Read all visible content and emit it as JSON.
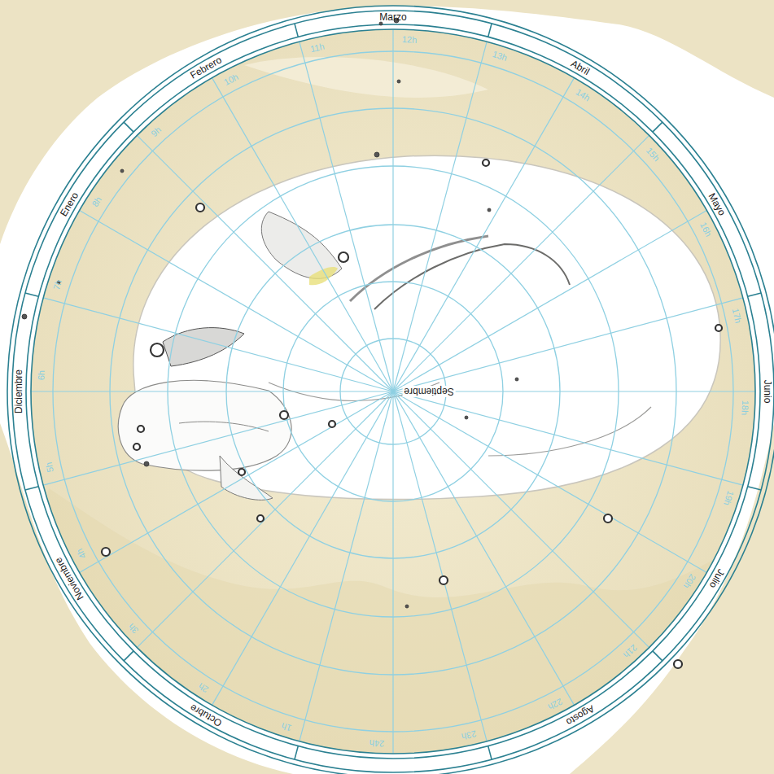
{
  "diagram": {
    "labels": [
      "Marzo",
      "Abril",
      "Mayo",
      "Junio",
      "Julio",
      "Agosto",
      "Septiembre",
      "Octubre",
      "Noviembre",
      "Diciembre",
      "Enero",
      "Febrero",
      "12h",
      "13h",
      "14h",
      "15h",
      "16h",
      "17h",
      "18h",
      "19h",
      "20h",
      "21h",
      "22h",
      "23h",
      "24h",
      "1h",
      "2h",
      "3h",
      "4h",
      "5h",
      "6h",
      "7h",
      "8h",
      "9h",
      "10h",
      "11h"
    ]
  }
}
